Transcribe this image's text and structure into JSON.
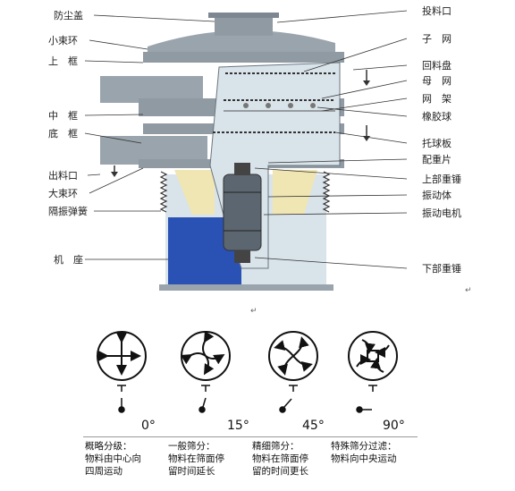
{
  "diagram": {
    "left_labels": [
      "防尘盖",
      "小束环",
      "上　框",
      "中　框",
      "底　框",
      "出料口",
      "大束环",
      "隔振弹簧",
      "机　座"
    ],
    "right_labels": [
      "投料口",
      "子　网",
      "回料盘",
      "母　网",
      "网　架",
      "橡胶球",
      "托球板",
      "配重片",
      "上部重锤",
      "振动体",
      "振动电机",
      "下部重锤"
    ],
    "paragraph_marks": [
      "↵",
      "↵"
    ]
  },
  "modes": [
    {
      "angle": "0°",
      "caption": [
        "概略分级：",
        "物料由中心向",
        "四周运动"
      ]
    },
    {
      "angle": "15°",
      "caption": [
        "一般筛分：",
        "物料在筛面停",
        "留时间延长"
      ]
    },
    {
      "angle": "45°",
      "caption": [
        "精细筛分：",
        "物料在筛面停",
        "留的时间更长"
      ]
    },
    {
      "angle": "90°",
      "caption": [
        "特殊筛分过滤：",
        "物料向中央运动"
      ]
    }
  ],
  "colors": {
    "blue": "#2a52b4",
    "gray": "#8f9aa3",
    "light": "#d9e3ea",
    "yellow": "#efe6b4"
  }
}
